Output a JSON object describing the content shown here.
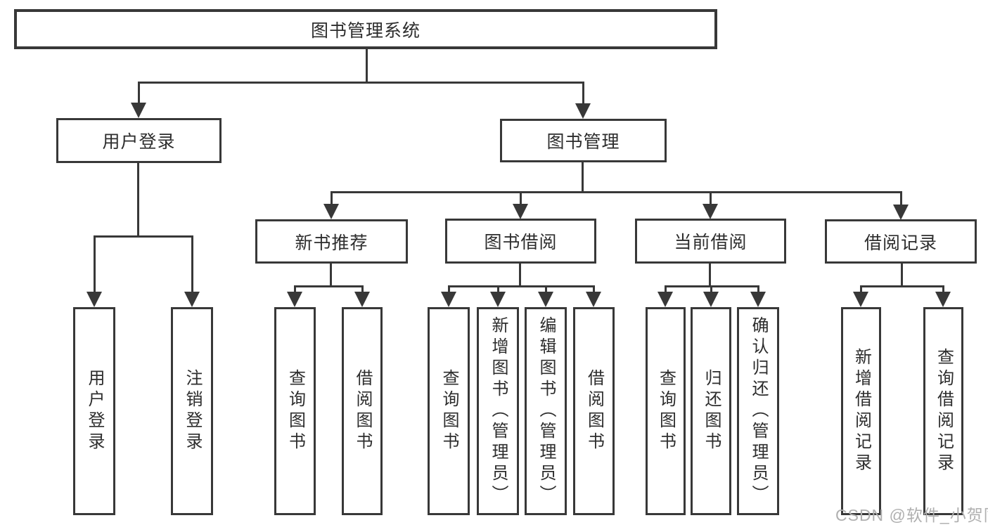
{
  "tree": {
    "label": "图书管理系统",
    "children": [
      {
        "label": "用户登录",
        "children": [
          {
            "label": "用户登录"
          },
          {
            "label": "注销登录"
          }
        ]
      },
      {
        "label": "图书管理",
        "children": [
          {
            "label": "新书推荐",
            "children": [
              {
                "label": "查询图书"
              },
              {
                "label": "借阅图书"
              }
            ]
          },
          {
            "label": "图书借阅",
            "children": [
              {
                "label": "查询图书"
              },
              {
                "label": "新增图书（管理员）"
              },
              {
                "label": "编辑图书（管理员）"
              },
              {
                "label": "借阅图书"
              }
            ]
          },
          {
            "label": "当前借阅",
            "children": [
              {
                "label": "查询图书"
              },
              {
                "label": "归还图书"
              },
              {
                "label": "确认归还（管理员）"
              }
            ]
          },
          {
            "label": "借阅记录",
            "children": [
              {
                "label": "新增借阅记录"
              },
              {
                "label": "查询借阅记录"
              }
            ]
          }
        ]
      }
    ]
  },
  "watermark": "CSDN @软件_小贺同学",
  "colors": {
    "line": "#383838",
    "text": "#2d2d2d",
    "watermark": "#b0b0b0",
    "background": "#ffffff"
  }
}
